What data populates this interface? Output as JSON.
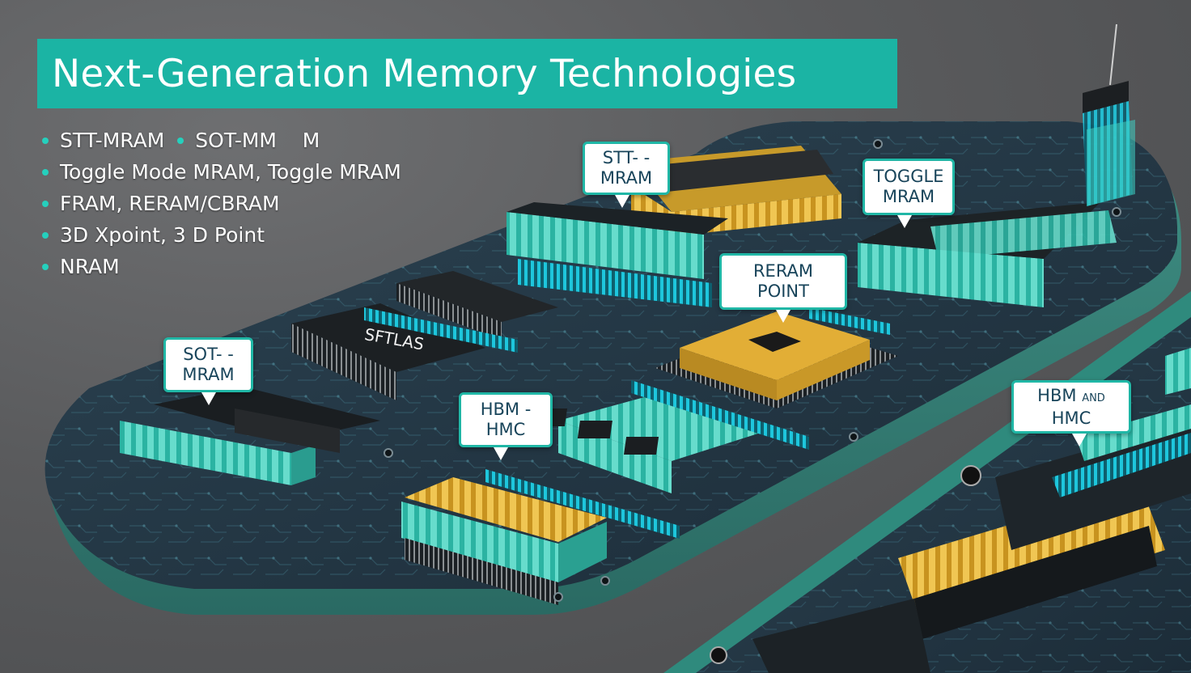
{
  "title": "Next-Generation Memory Technologies",
  "bullets": [
    {
      "items": [
        "STT-MRAM",
        "SOT-MM    M"
      ]
    },
    {
      "items": [
        "Toggle Mode MRAM, Toggle MRAM"
      ]
    },
    {
      "items": [
        "FRAM, RERAM/CBRAM"
      ]
    },
    {
      "items": [
        "3D Xpoint, 3 D Point"
      ]
    },
    {
      "items": [
        "NRAM"
      ]
    }
  ],
  "callouts": {
    "stt_mram": {
      "line1": "STT- -",
      "line2": "MRAM"
    },
    "toggle_mram": {
      "line1": "TOGGLE",
      "line2": "MRAM"
    },
    "reram_point": {
      "line1": "RERAM",
      "line2": "POINT"
    },
    "sot_mram": {
      "line1": "SOT- -",
      "line2": "MRAM"
    },
    "hbm_hmc_center": {
      "line1": "HBM -",
      "line2": "HMC"
    },
    "hbm_hmc_right": {
      "line1": "HBM",
      "line1_small": "AND",
      "line2": "HMC"
    }
  },
  "chip_marking": "SFTLAS",
  "colors": {
    "accent": "#1bb4a4",
    "board": "#243845",
    "teal_module": "#46cbbb",
    "gold_module": "#e6b53a",
    "background": "#5a5b5d"
  }
}
